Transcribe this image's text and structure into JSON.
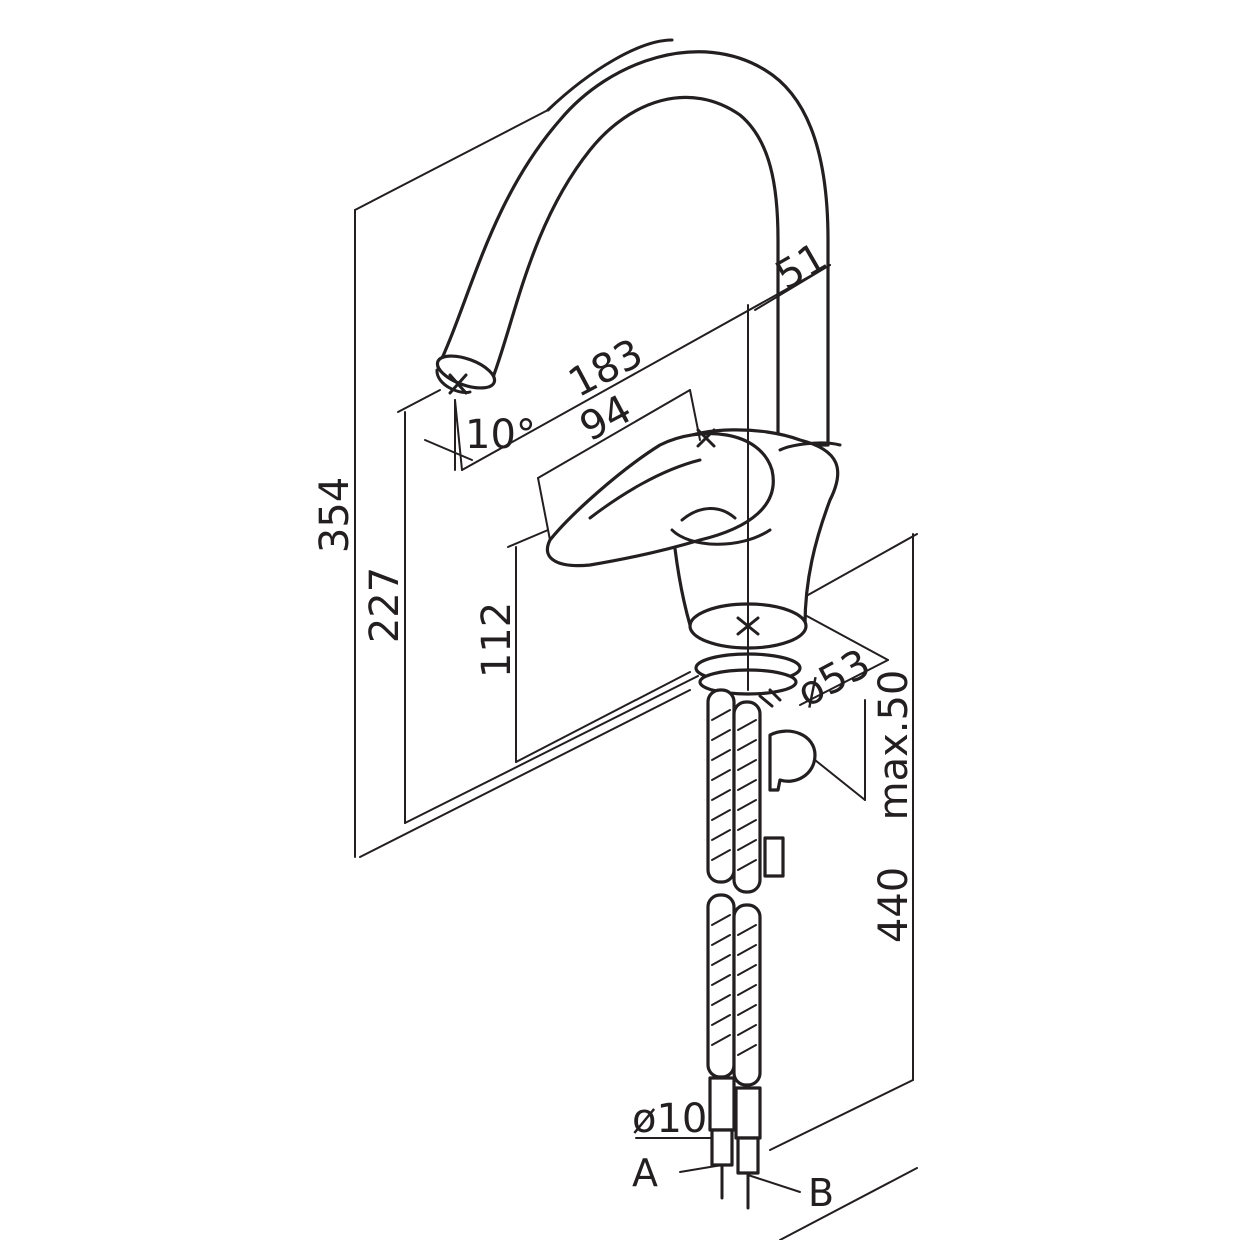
{
  "drawing": {
    "dimensions": {
      "height_total": "354",
      "height_spout": "227",
      "height_lever": "112",
      "reach": "183",
      "lever_offset": "94",
      "spout_diameter": "51",
      "spout_angle": "10°",
      "base_diameter": "ø53",
      "counter_thickness": "max.50",
      "hose_length": "440",
      "hose_diameter": "ø10"
    },
    "connections": {
      "a": "A",
      "b": "B"
    }
  }
}
